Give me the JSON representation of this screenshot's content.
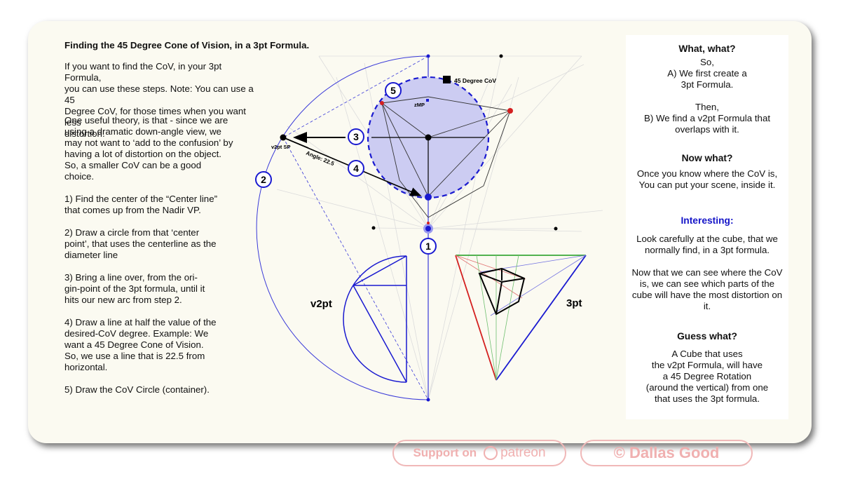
{
  "title": "Finding the 45 Degree Cone of Vision, in a 3pt Formula.",
  "intro": [
    "If you want to find the CoV, in your 3pt Formula,",
    "you can use these steps. Note: You can use a 45",
    "Degree CoV, for those times when you want less",
    "distortion."
  ],
  "theory": [
    "One useful theory, is that - since we are",
    "using a dramatic down-angle view, we",
    "may not want to ‘add to the confusion’ by",
    "having a lot of distortion on the object.",
    "So, a smaller CoV can be a good",
    "choice."
  ],
  "step1": [
    "1) Find the center of the “Center line”",
    "that comes up from the Nadir VP."
  ],
  "step2": [
    "2) Draw a circle from that ‘center",
    "point’, that uses the centerline as the",
    "diameter line"
  ],
  "step3": [
    "3) Bring a line over, from the ori-",
    "gin-point of the 3pt formula, until it",
    "hits our new arc from step 2."
  ],
  "step4": [
    "4) Draw a line at half the value of the",
    "desired-CoV degree. Example: We",
    "want a 45 Degree Cone of Vision.",
    "So, we use a line that is 22.5 from",
    "horizontal."
  ],
  "step5": [
    "5) Draw the CoV Circle (container)."
  ],
  "right": {
    "h1": "What, what?",
    "p1": [
      "So,",
      "A) We first create a",
      "3pt Formula."
    ],
    "p2": [
      "Then,",
      "B) We find a v2pt Formula that",
      "overlaps with it."
    ],
    "h2": "Now what?",
    "p3": [
      "Once you know where the CoV is,",
      "You can put your scene, inside it."
    ],
    "h3": "Interesting:",
    "p4": [
      "Look carefully at the cube, that we",
      "normally find, in a 3pt formula."
    ],
    "p5": [
      "Now that we can see where the CoV",
      "is, we can see which parts of the",
      "cube will have the most distortion on",
      "it."
    ],
    "h4": "Guess what?",
    "p6": [
      "A Cube that uses",
      "the v2pt Formula, will have",
      "a 45 Degree Rotation",
      "(around the vertical) from one",
      "that uses the 3pt formula."
    ]
  },
  "diagram": {
    "cov_label": "45 Degree CoV",
    "zmp_label": "zMP",
    "sp_label": "v2pt SP",
    "angle_label": "Angle: 22.5",
    "v2pt_label": "v2pt",
    "threept_label": "3pt",
    "steps": [
      "1",
      "2",
      "3",
      "4",
      "5"
    ],
    "cov_fill": "#ccccf2",
    "accent_blue": "#1a1ad0",
    "accent_red": "#d42020"
  },
  "footer": {
    "support": "Support on",
    "patreon": "patreon",
    "copyright": "© Dallas Good"
  }
}
